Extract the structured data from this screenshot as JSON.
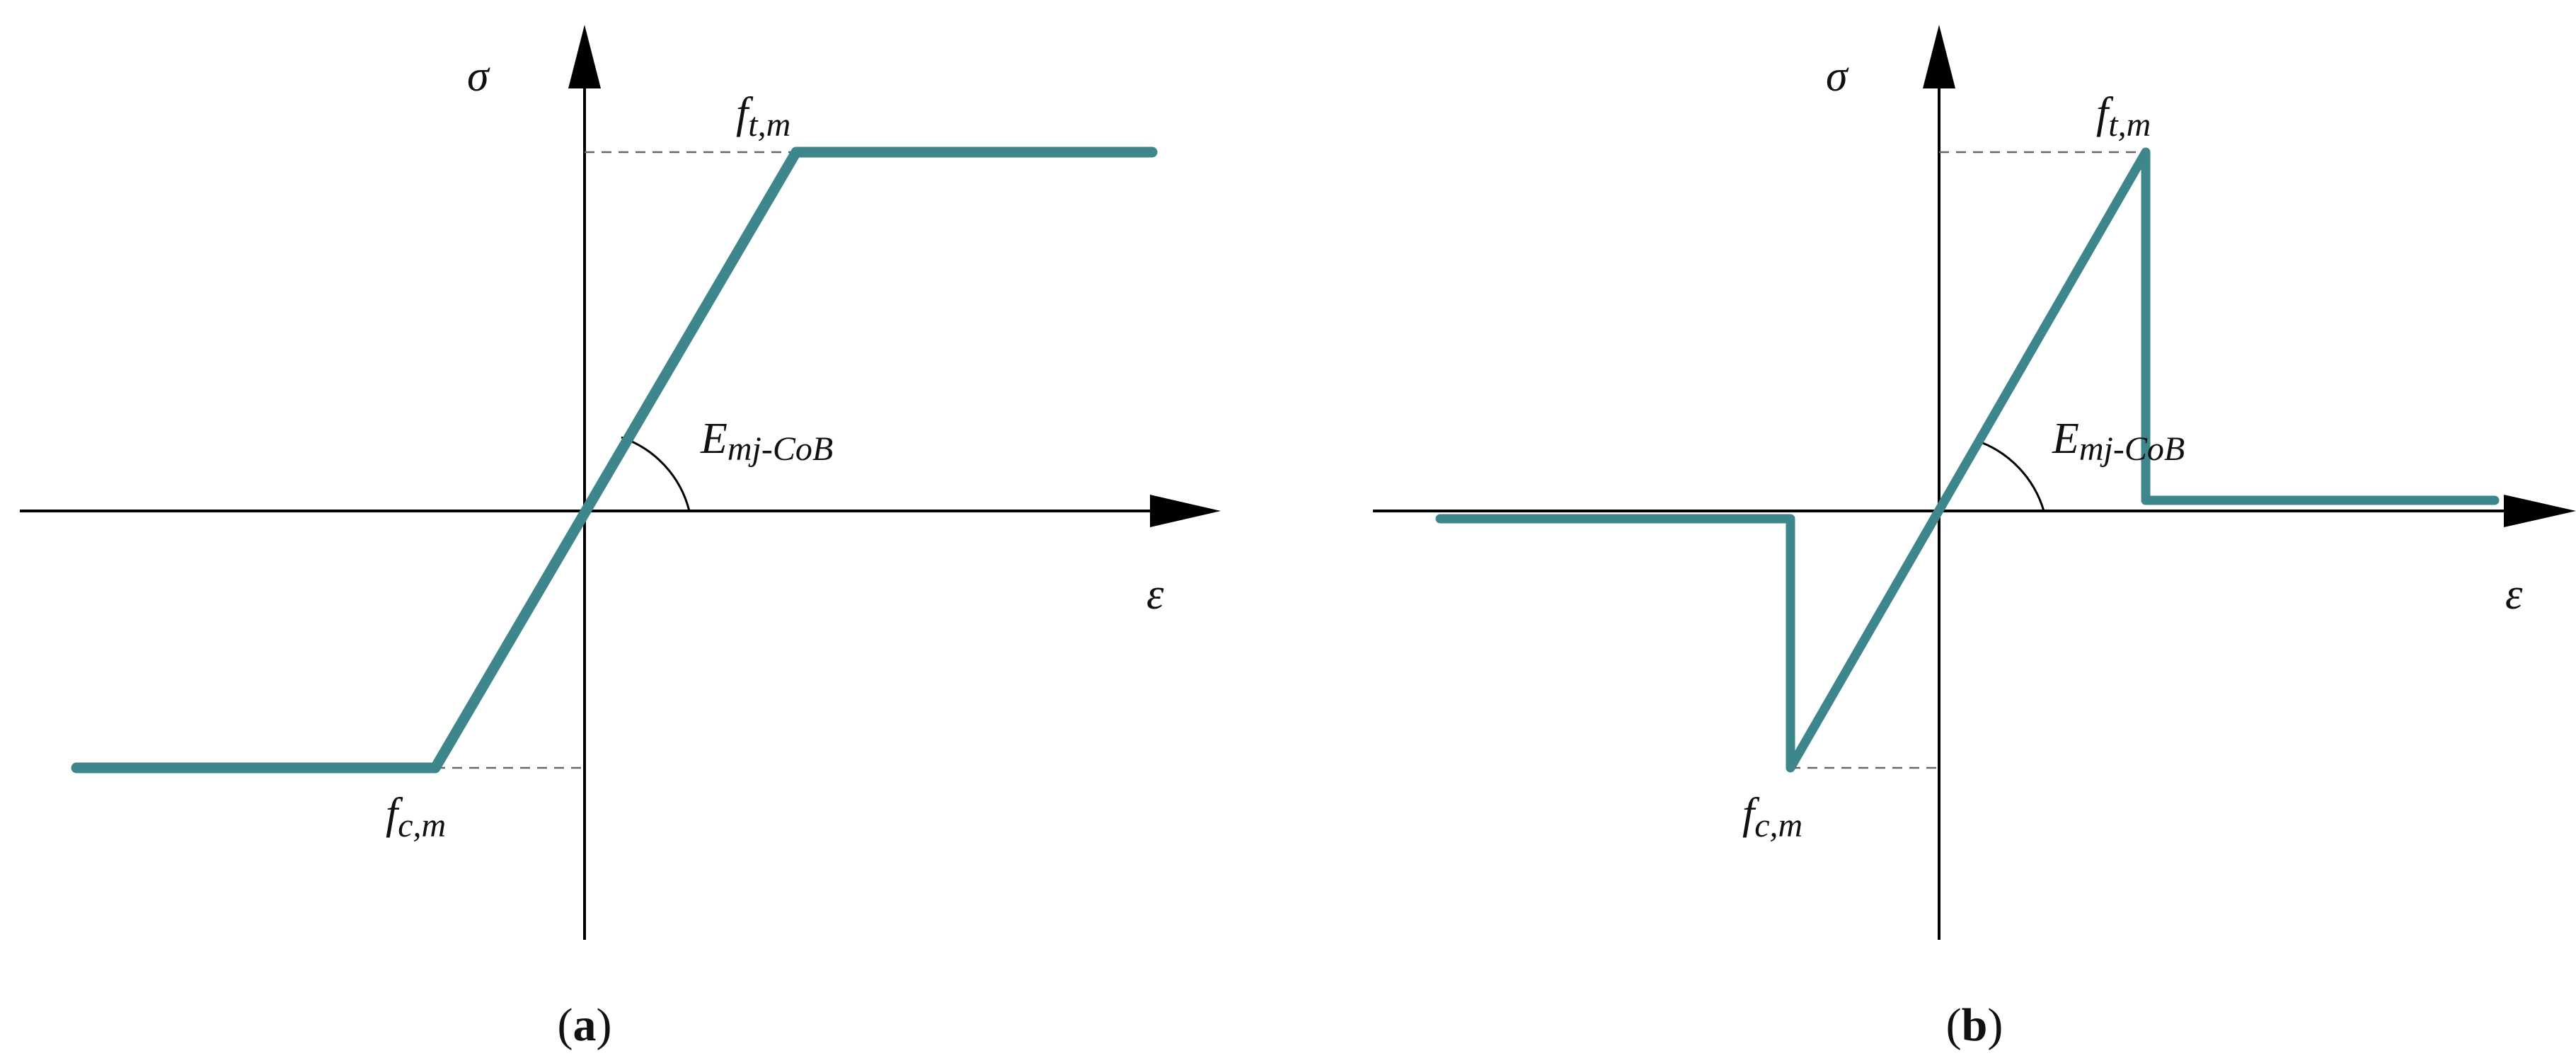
{
  "colors": {
    "curve": "#3c868c",
    "axis": "#000000",
    "guide": "#666666"
  },
  "panels": [
    {
      "id": "a",
      "caption": {
        "open": "(",
        "letter": "a",
        "close": ")"
      },
      "axis_labels": {
        "stress": "σ",
        "strain": "ε"
      },
      "points": {
        "tension": {
          "main": "f",
          "sub": "t,m"
        },
        "compression": {
          "main": "f",
          "sub": "c,m"
        }
      },
      "modulus": {
        "main": "E",
        "sub": "mj-CoB"
      },
      "behaviour": "plastic plateau in tension and compression"
    },
    {
      "id": "b",
      "caption": {
        "open": "(",
        "letter": "b",
        "close": ")"
      },
      "axis_labels": {
        "stress": "σ",
        "strain": "ε"
      },
      "points": {
        "tension": {
          "main": "f",
          "sub": "t,m"
        },
        "compression": {
          "main": "f",
          "sub": "c,m"
        }
      },
      "modulus": {
        "main": "E",
        "sub": "mj-CoB"
      },
      "behaviour": "brittle drop to small residual stress after peak"
    }
  ]
}
